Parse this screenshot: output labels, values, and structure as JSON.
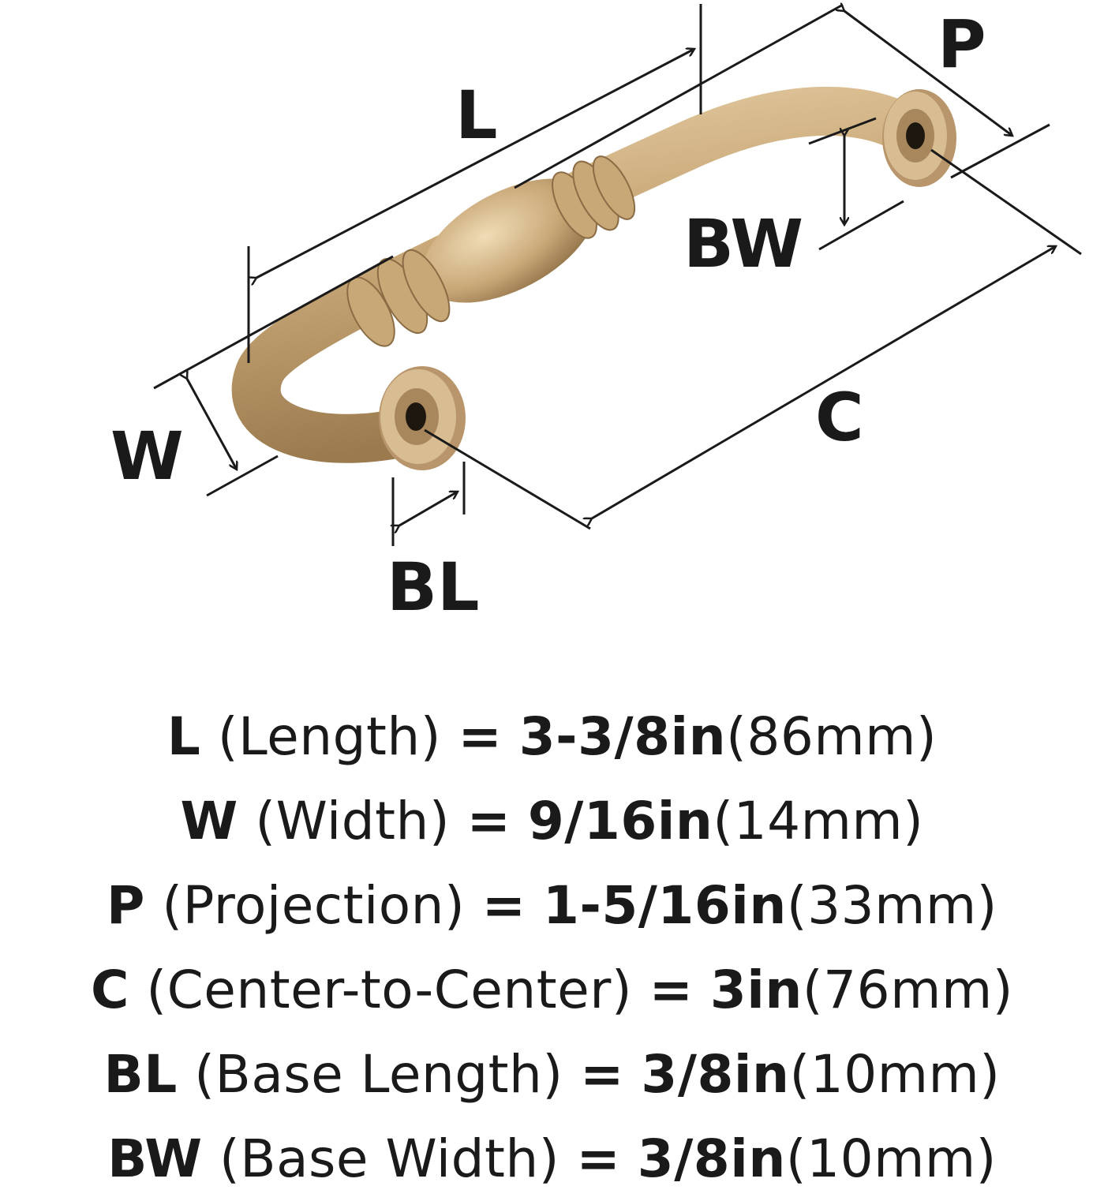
{
  "colors": {
    "finish": "#c9a878",
    "finish_dark": "#8a6c45",
    "lines": "#1a1a1a"
  },
  "labels": {
    "L": "L",
    "P": "P",
    "BW": "BW",
    "C": "C",
    "W": "W",
    "BL": "BL"
  },
  "specs": [
    {
      "key": "L",
      "name": "(Length)",
      "eq": "=",
      "value": "3-3/8in",
      "metric": "(86mm)"
    },
    {
      "key": "W",
      "name": "(Width)",
      "eq": "=",
      "value": "9/16in",
      "metric": "(14mm)"
    },
    {
      "key": "P",
      "name": "(Projection)",
      "eq": "=",
      "value": "1-5/16in",
      "metric": "(33mm)"
    },
    {
      "key": "C",
      "name": "(Center-to-Center)",
      "eq": "=",
      "value": "3in",
      "metric": "(76mm)"
    },
    {
      "key": "BL",
      "name": "(Base Length)",
      "eq": "=",
      "value": "3/8in",
      "metric": "(10mm)"
    },
    {
      "key": "BW",
      "name": "(Base Width)",
      "eq": "=",
      "value": "3/8in",
      "metric": "(10mm)"
    }
  ]
}
